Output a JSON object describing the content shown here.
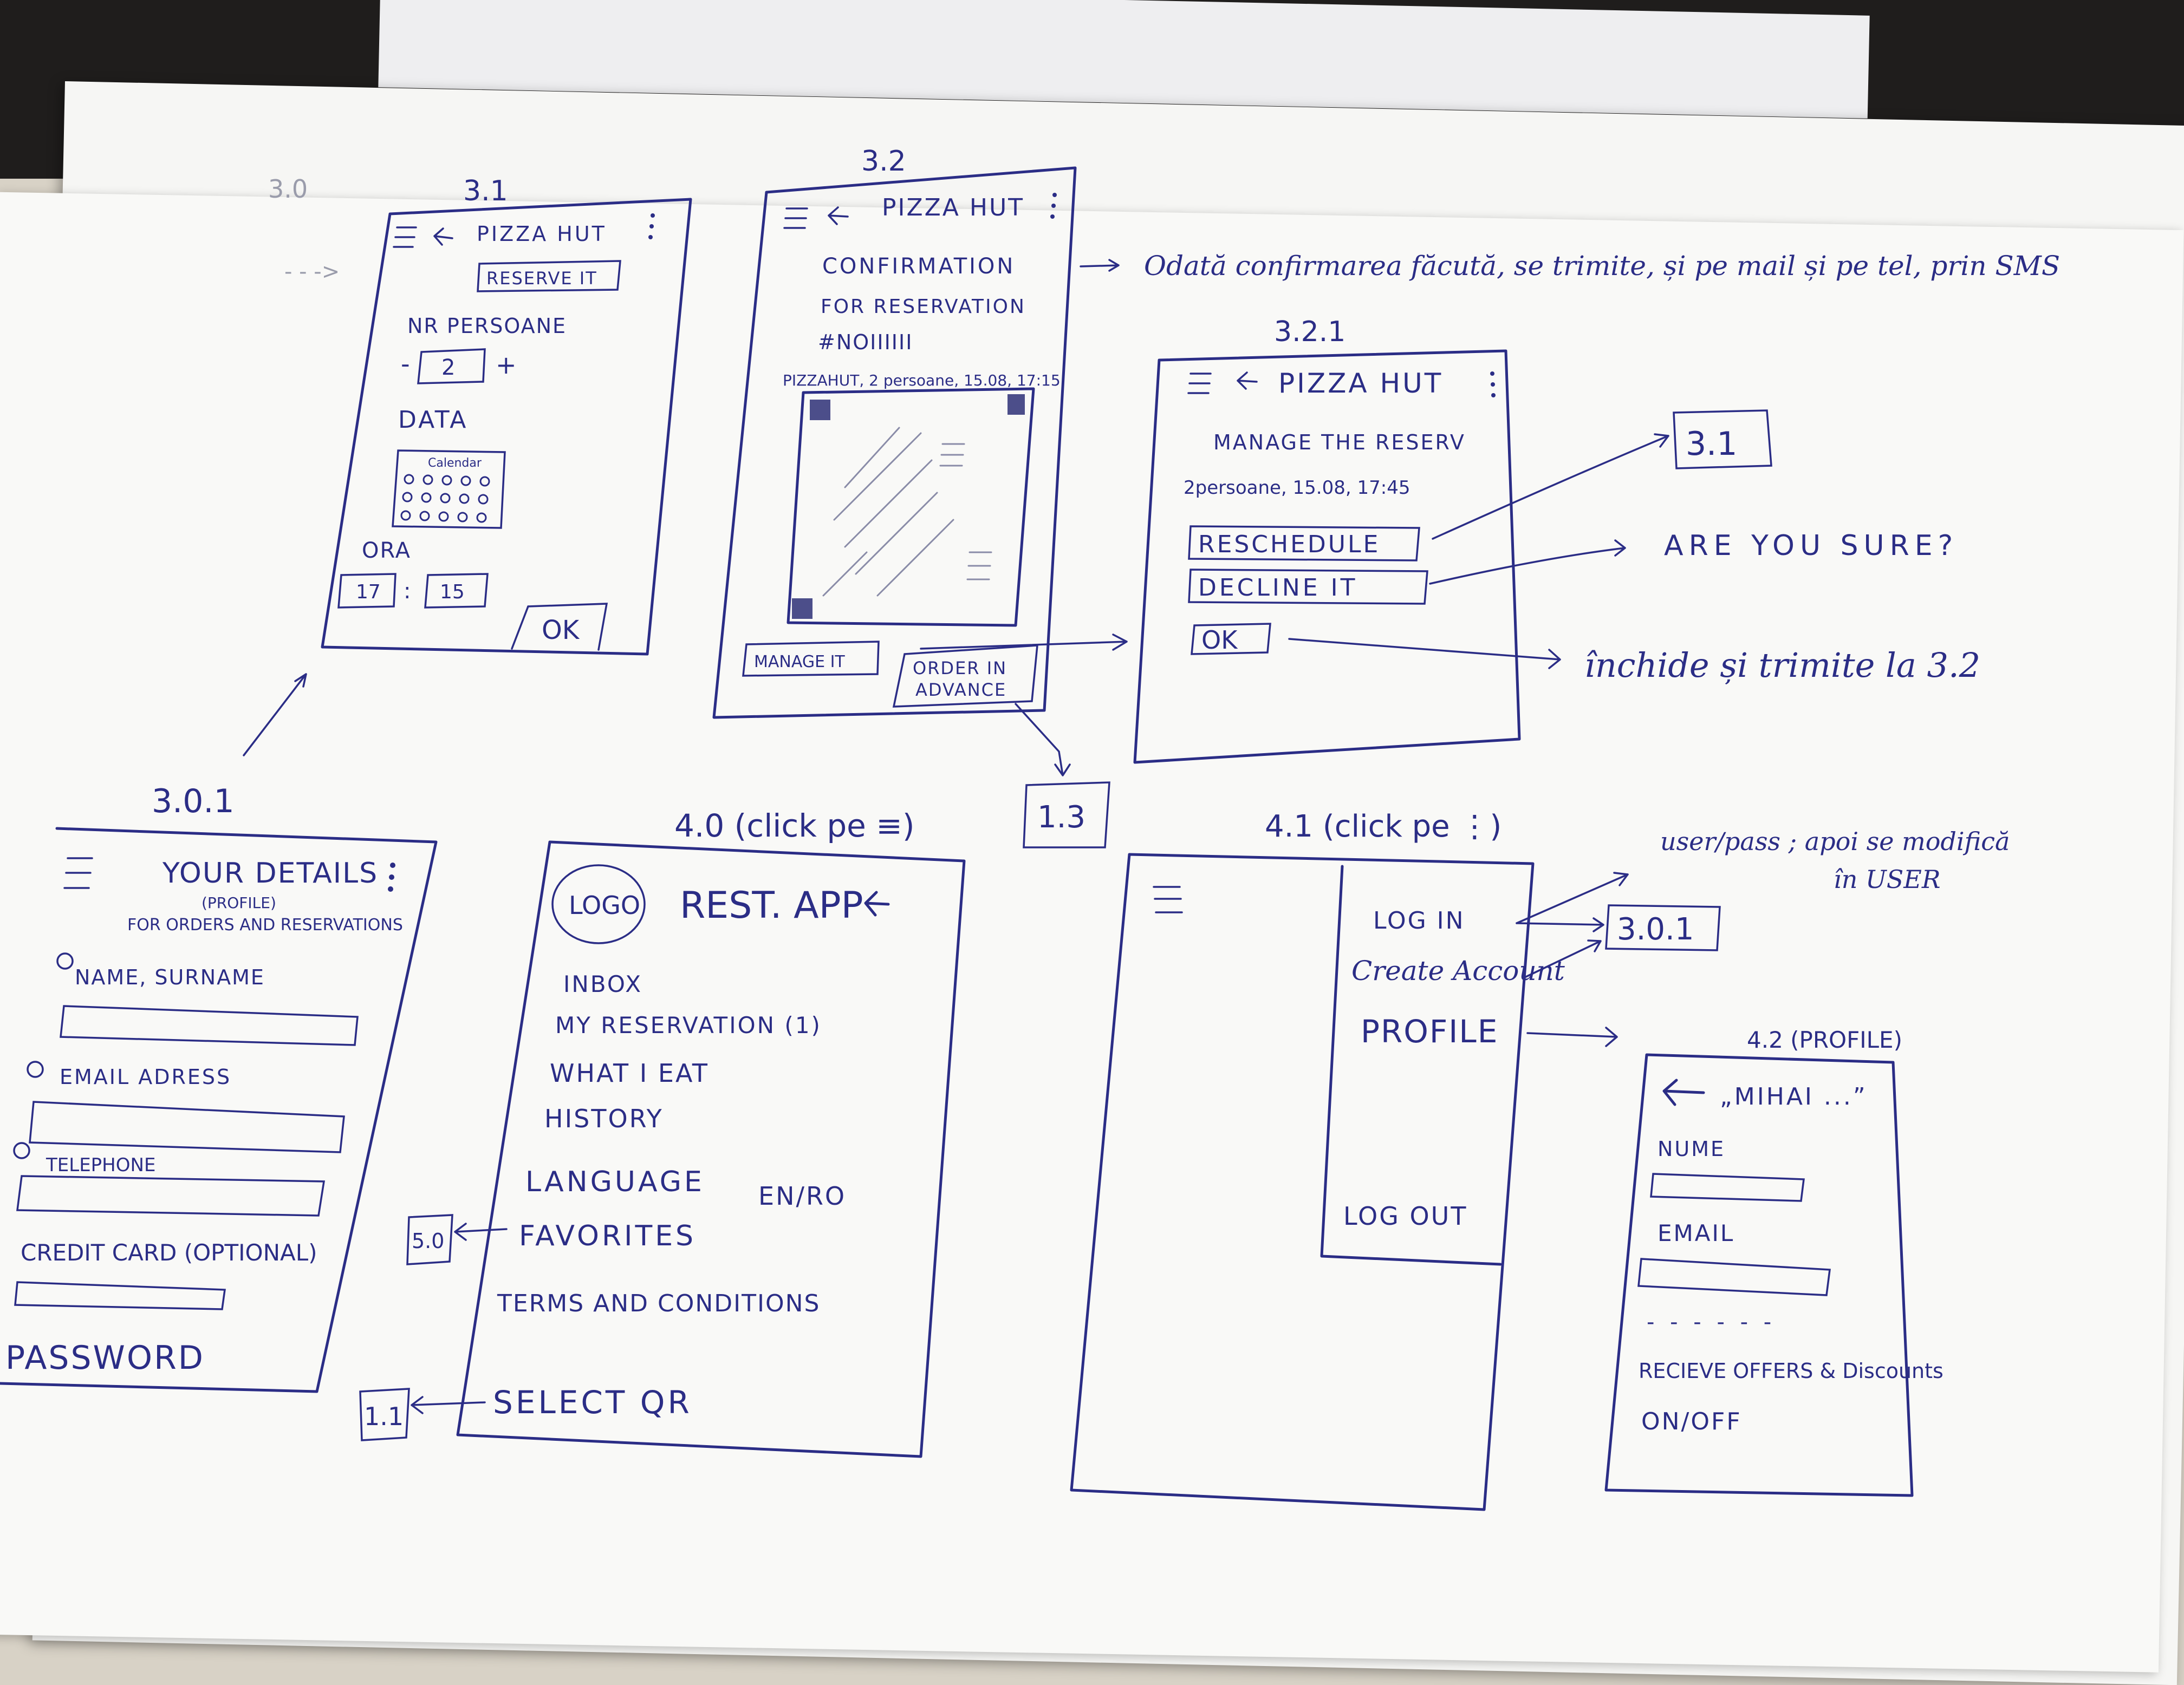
{
  "screens": {
    "s30": {
      "label": "3.0"
    },
    "s31": {
      "label": "3.1",
      "title": "PIZZA HUT",
      "button": "RESERVE IT",
      "persons_label": "NR PERSOANE",
      "minus": "-",
      "persons_value": "2",
      "plus": "+",
      "date_label": "DATA",
      "calendar_label": "Calendar",
      "time_label": "ORA",
      "hour": "17",
      "colon": ":",
      "minute": "15",
      "ok": "OK"
    },
    "s32": {
      "label": "3.2",
      "title": "PIZZA HUT",
      "conf_line1": "CONFIRMATION",
      "conf_line2": "FOR RESERVATION",
      "conf_code": "#NOIIIIII",
      "details": "PIZZAHUT, 2 persoane, 15.08, 17:15",
      "manage_btn": "MANAGE IT",
      "order_line1": "ORDER IN",
      "order_line2": "ADVANCE"
    },
    "s321": {
      "label": "3.2.1",
      "title": "PIZZA HUT",
      "heading": "MANAGE THE RESERV",
      "details": "2persoane, 15.08, 17:45",
      "reschedule": "RESCHEDULE",
      "decline": "DECLINE IT",
      "ok": "OK"
    },
    "s301": {
      "label": "3.0.1",
      "title": "YOUR DETAILS",
      "subtitle": "(PROFILE)",
      "subtitle2": "FOR ORDERS AND RESERVATIONS",
      "name": "NAME, SURNAME",
      "email": "EMAIL ADRESS",
      "phone": "TELEPHONE",
      "card": "CREDIT CARD (OPTIONAL)",
      "password": "PASSWORD"
    },
    "s40": {
      "label": "4.0 (click pe ≡)",
      "logo": "LOGO",
      "title": "REST. APP",
      "items": [
        "INBOX",
        "MY RESERVATION (1)",
        "WHAT I EAT",
        "HISTORY",
        "LANGUAGE",
        "FAVORITES",
        "TERMS AND CONDITIONS",
        "SELECT QR"
      ],
      "language_value": "EN/RO"
    },
    "s41": {
      "label": "4.1 (click pe ⋮)",
      "login": "LOG IN",
      "create": "Create Account",
      "profile": "PROFILE",
      "logout": "LOG OUT"
    },
    "s42": {
      "label": "4.2 (PROFILE)",
      "title": "„MIHAI ...”",
      "nume": "NUME",
      "email": "EMAIL",
      "dashes": "- - - - - -",
      "offers": "RECIEVE OFFERS & Discounts",
      "toggle": "ON/OFF"
    }
  },
  "annotations": {
    "sms_note": "Odată confirmarea făcută, se trimite, și pe mail și pe tel, prin SMS",
    "ref_31": "3.1",
    "are_you_sure": "ARE YOU SURE?",
    "close_send": "închide și trimite la 3.2",
    "ref_13": "1.3",
    "user_pass_1": "user/pass ; apoi se modifică",
    "user_pass_2": "în USER",
    "ref_301": "3.0.1",
    "ref_50": "5.0",
    "ref_11": "1.1",
    "arrow_in": "- - ->"
  }
}
